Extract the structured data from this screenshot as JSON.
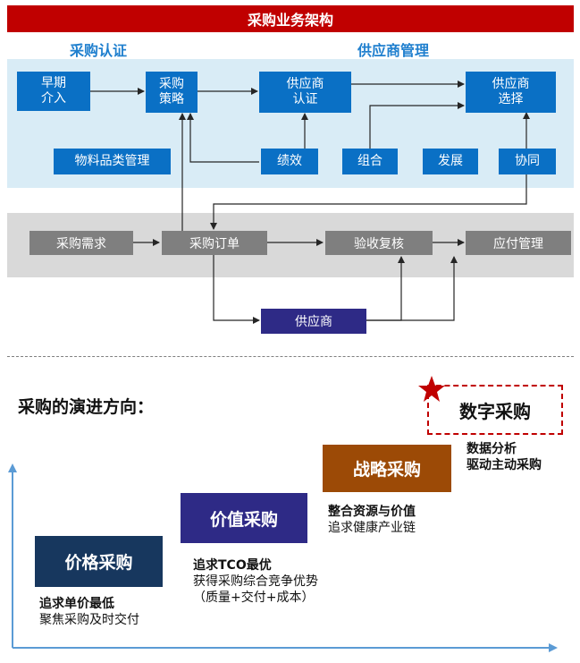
{
  "title": "采购业务架构",
  "sections": {
    "left": "采购认证",
    "right": "供应商管理"
  },
  "top_boxes": {
    "early": "早期\n介入",
    "strategy": "采购\n策略",
    "certify": "供应商\n认证",
    "select": "供应商\n选择",
    "material": "物料品类管理",
    "performance": "绩效",
    "portfolio": "组合",
    "develop": "发展",
    "collab": "协同"
  },
  "flow_boxes": {
    "demand": "采购需求",
    "order": "采购订单",
    "inspect": "验收复核",
    "payable": "应付管理",
    "supplier": "供应商"
  },
  "evolution": {
    "title": "采购的演进方向：",
    "digital": {
      "label": "数字采购",
      "desc_bold_1": "数据分析",
      "desc_bold_2": "驱动主动采购"
    },
    "strategic": {
      "label": "战略采购",
      "desc_bold": "整合资源与价值",
      "desc": "追求健康产业链"
    },
    "value": {
      "label": "价值采购",
      "desc_bold": "追求TCO最优",
      "desc": "获得采购综合竞争优势（质量+交付+成本）"
    },
    "price": {
      "label": "价格采购",
      "desc_bold": "追求单价最低",
      "desc": "聚焦采购及时交付"
    }
  },
  "colors": {
    "red": "#c00000",
    "blue": "#0a70c5",
    "navy": "#2e2a86",
    "brown": "#9c4a06",
    "dark_blue": "#17375e"
  }
}
